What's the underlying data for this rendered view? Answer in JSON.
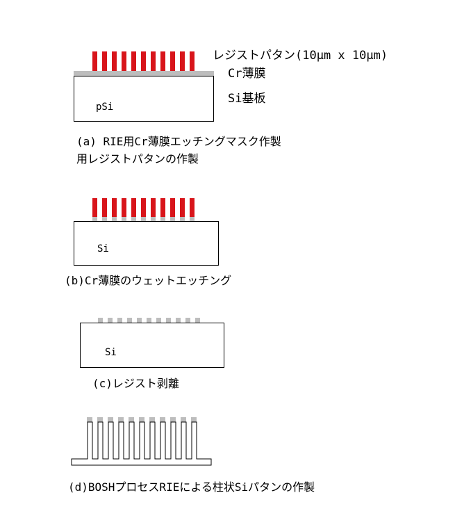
{
  "stages": [
    {
      "labels": {
        "resist": "レジストパタン(10μm x 10μm)",
        "cr": "Cr薄膜",
        "substrate": "Si基板"
      },
      "substrate_text": "pSi",
      "caption_line1": "(a) RIE用Cr薄膜エッチングマスク作製",
      "caption_line2": "用レジストパタンの作製"
    },
    {
      "substrate_text": "Si",
      "caption": "(b)Cr薄膜のウェットエッチング"
    },
    {
      "substrate_text": "Si",
      "caption": "(c)レジスト剥離"
    },
    {
      "caption": "(d)BOSHプロセスRIEによる柱状Siパタンの作製"
    }
  ],
  "colors": {
    "resist": "#d8151b",
    "cr_film": "#bdbdbd",
    "outline": "#000000"
  }
}
